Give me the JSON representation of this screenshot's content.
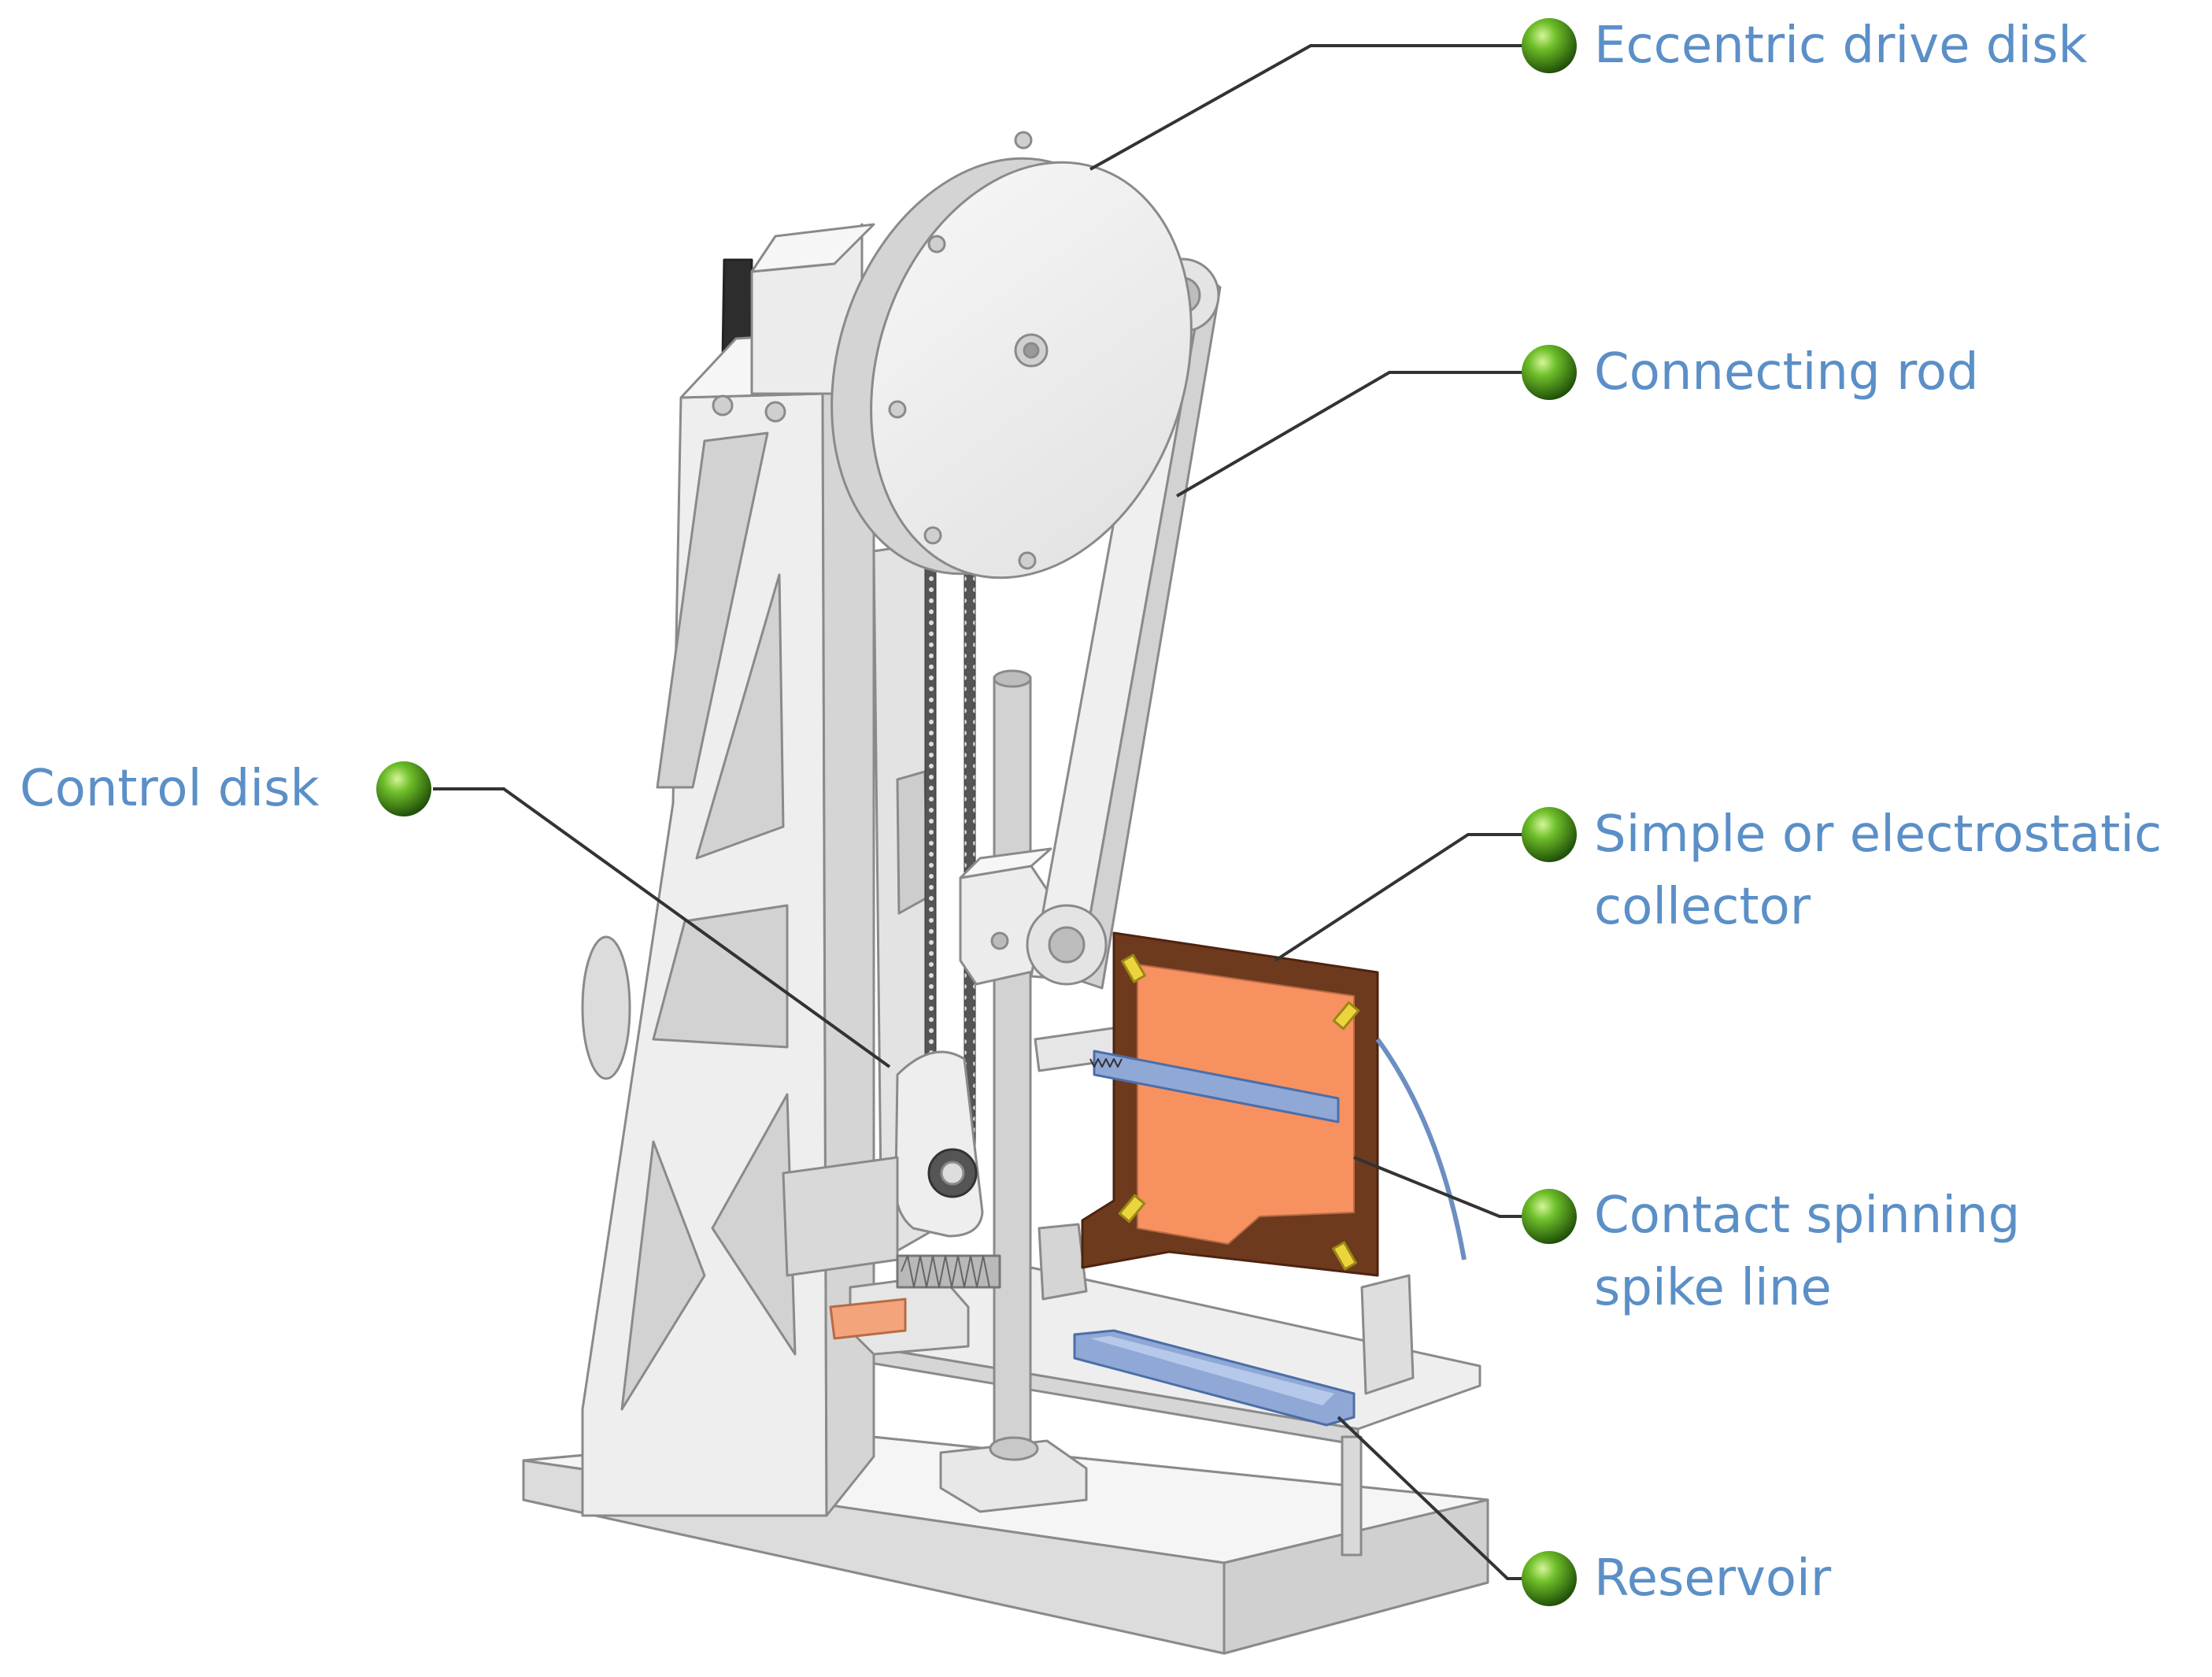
{
  "callouts": [
    {
      "id": "eccentric-drive-disk",
      "lines": [
        "Eccentric drive disk"
      ]
    },
    {
      "id": "connecting-rod",
      "lines": [
        "Connecting rod"
      ]
    },
    {
      "id": "control-disk",
      "lines": [
        "Control disk"
      ]
    },
    {
      "id": "collector",
      "lines": [
        "Simple or electrostatic",
        "collector"
      ]
    },
    {
      "id": "spike-line",
      "lines": [
        "Contact spinning",
        "spike line"
      ]
    },
    {
      "id": "reservoir",
      "lines": [
        "Reservoir"
      ]
    }
  ],
  "colors": {
    "label_text": "#5b8fc7",
    "bullet": "#3f8a12",
    "leader_line": "#333333",
    "frame": "#ececec",
    "frame_edge": "#8a8a8a",
    "collector_frame": "#6e3a1e",
    "collector_plate": "#f79160",
    "spike_line": "#8fa8d6",
    "reservoir": "#8fa8d6"
  }
}
